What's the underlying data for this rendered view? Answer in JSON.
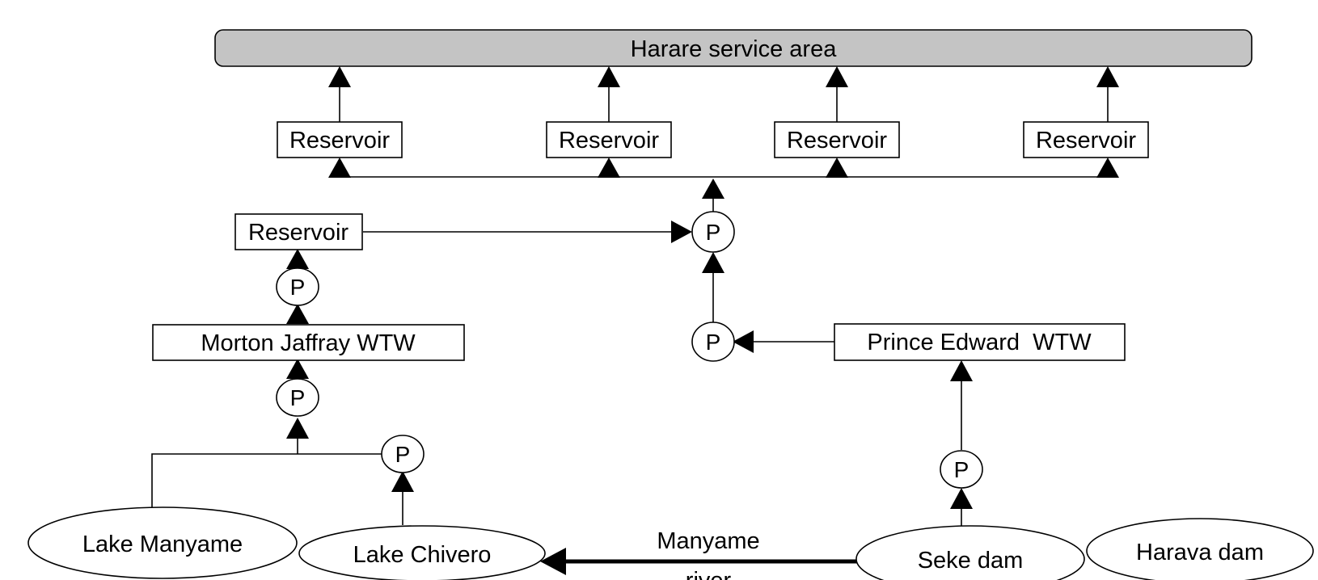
{
  "diagram": {
    "service_area": {
      "label": "Harare service area",
      "fill": "#c4c4c4"
    },
    "reservoirs": {
      "r1": "Reservoir",
      "r2": "Reservoir",
      "r3": "Reservoir",
      "r4": "Reservoir",
      "r5": "Reservoir"
    },
    "treatment_works": {
      "morton_jaffray": "Morton Jaffray WTW",
      "prince_edward": "Prince Edward  WTW"
    },
    "pump_label": "P",
    "sources": {
      "lake_manyame": "Lake Manyame",
      "lake_chivero": "Lake Chivero",
      "seke_dam": "Seke dam",
      "harava_dam": "Harava dam"
    },
    "river": {
      "line1": "Manyame",
      "line2": "river"
    }
  }
}
